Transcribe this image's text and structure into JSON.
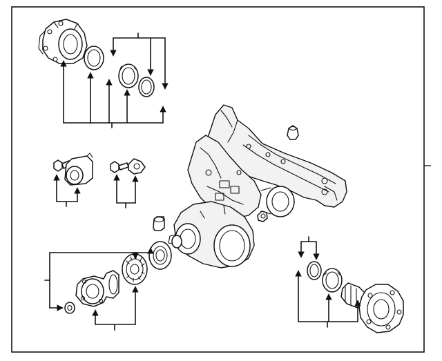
{
  "diagram": {
    "frame_color": "#111111",
    "line_color": "#111111",
    "background": "#ffffff",
    "parts": [
      {
        "id": "input-flange-housing",
        "icon": "flange-housing-icon"
      },
      {
        "id": "housing-seal",
        "icon": "o-ring-icon"
      },
      {
        "id": "bearing-seal-large",
        "icon": "ring-seal-icon"
      },
      {
        "id": "bearing-seal-small",
        "icon": "ring-seal-icon"
      },
      {
        "id": "mounting-bushing",
        "icon": "bushing-icon"
      },
      {
        "id": "bushing-bolt",
        "icon": "bolt-icon"
      },
      {
        "id": "sensor-bolt",
        "icon": "bolt-icon"
      },
      {
        "id": "temperature-sensor",
        "icon": "sensor-icon"
      },
      {
        "id": "vent-cap",
        "icon": "cap-icon"
      },
      {
        "id": "differential-carrier",
        "icon": "differential-housing-icon"
      },
      {
        "id": "spacer-bushing",
        "icon": "bushing-icon"
      },
      {
        "id": "small-plug",
        "icon": "plug-icon"
      },
      {
        "id": "pinion-seal",
        "icon": "seal-icon"
      },
      {
        "id": "pinion-bearing",
        "icon": "bearing-icon"
      },
      {
        "id": "drive-flange",
        "icon": "flange-icon"
      },
      {
        "id": "flange-washer",
        "icon": "washer-icon"
      },
      {
        "id": "output-flange-housing",
        "icon": "flange-housing-icon"
      },
      {
        "id": "axle-seal",
        "icon": "seal-icon"
      },
      {
        "id": "snap-ring",
        "icon": "snap-ring-icon"
      }
    ]
  }
}
